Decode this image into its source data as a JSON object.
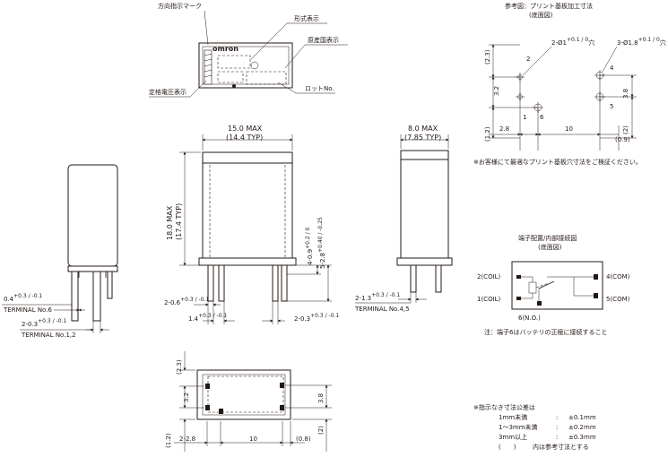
{
  "top_view": {
    "direction_mark": "方向指示マーク",
    "model_label": "形式表示",
    "origin_label": "原産国表示",
    "voltage_label": "定格電圧表示",
    "lot_label": "ロットNo.",
    "brand": "omron"
  },
  "pcb_ref": {
    "title": "参考図：プリント基板加工寸法",
    "subtitle": "(底面図)",
    "hole_small": "2-Ø1",
    "hole_small_tol": "+0.1 / 0",
    "hole_small_suffix": "穴",
    "hole_large": "3-Ø1.8",
    "hole_large_tol": "+0.1 / 0",
    "hole_large_suffix": "穴",
    "dim_top": "(2.3)",
    "dim_left_mid": "3.2",
    "dim_left_bottom": "(1.2)",
    "dim_right_mid": "3.8",
    "dim_right_bottom": "(2)",
    "dim_bottom_a": "2.8",
    "dim_bottom_b": "10",
    "dim_bottom_c": "(0.9)",
    "pins": [
      "2",
      "4",
      "1",
      "6",
      "5"
    ],
    "note": "※お客様にて最適なプリント基板穴寸法をご検証ください。"
  },
  "front_view": {
    "width_max": "15.0 MAX",
    "width_typ": "(14.4 TYP)",
    "height_max": "18.0 MAX",
    "height_typ": "(17.4 TYP)",
    "pin_len_a": "4-0.9",
    "pin_len_a_tol": "+0.2 / 0",
    "pin_len_b": "5-2.8",
    "pin_len_b_tol": "+0.40 / -0.25",
    "pin_w_a": "2-0.6",
    "pin_w_a_tol": "+0.3 / -0.1",
    "pin_w_b": "1.4",
    "pin_w_b_tol": "+0.3 / -0.1",
    "pin_w_c": "2-0.3",
    "pin_w_c_tol": "+0.3 / -0.1"
  },
  "left_view": {
    "dim_a": "0.4",
    "dim_a_tol": "+0.3 / -0.1",
    "terminal_a": "TERMINAL No.6",
    "dim_b": "2-0.3",
    "dim_b_tol": "+0.3 / -0.1",
    "terminal_b": "TERMINAL No.1,2"
  },
  "side_view": {
    "width_max": "8.0 MAX",
    "width_typ": "(7.85 TYP)",
    "dim": "2-1.3",
    "dim_tol": "+0.3 / -0.1",
    "terminal": "TERMINAL No.4,5"
  },
  "wiring": {
    "title": "端子配置/内部接続図",
    "subtitle": "(底面図)",
    "coil2": "2(COIL)",
    "coil1": "1(COIL)",
    "com4": "4(COM)",
    "com5": "5(COM)",
    "no6": "6(N.O.)",
    "note": "注：端子6はバッテリの正極に接続すること"
  },
  "bottom_view": {
    "dim_top": "(2.3)",
    "dim_left": "3.2",
    "dim_left_bottom": "(1.2)",
    "dim_right": "3.8",
    "dim_right_bottom": "(2)",
    "dim_bottom_a": "2-2.8",
    "dim_bottom_b": "10",
    "dim_bottom_c": "(0.8)"
  },
  "tolerance": {
    "heading": "※指示なき寸法公差は",
    "rows": [
      {
        "range": "1mm未満",
        "sep": ":",
        "tol": "±0.1mm"
      },
      {
        "range": "1～3mm未満",
        "sep": ":",
        "tol": "±0.2mm"
      },
      {
        "range": "3mm以上",
        "sep": ":",
        "tol": "±0.3mm"
      }
    ],
    "footer_paren": "(　　)",
    "footer": "内は参考寸法とする"
  }
}
